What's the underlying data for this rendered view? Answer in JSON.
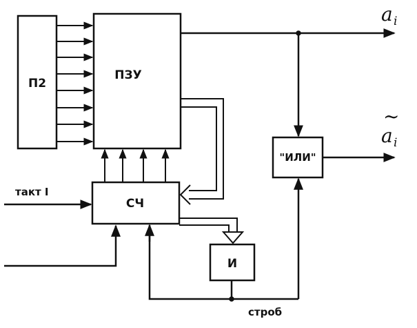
{
  "blocks": {
    "p2": "П2",
    "rom": "ПЗУ",
    "counter": "СЧ",
    "and_gate": "И",
    "or_gate": "\"ИЛИ\""
  },
  "signals": {
    "clock": "такт I",
    "strobe": "строб",
    "out_a": "a",
    "out_a_sub": "i",
    "out_a_tilde": "a",
    "out_a_tilde_sub": "i",
    "tilde": "~"
  },
  "colors": {
    "ink": "#111111",
    "paper": "#ffffff"
  }
}
